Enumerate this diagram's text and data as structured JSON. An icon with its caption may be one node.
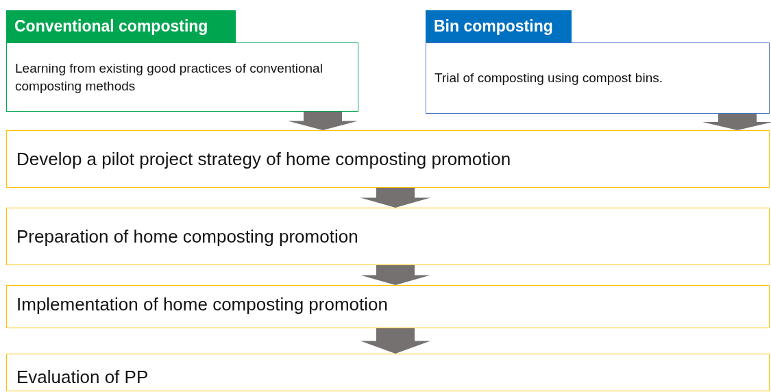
{
  "diagram": {
    "nodes": [
      {
        "text": [
          "Conventional composting",
          "Learning from existing good practices of conventional composting methods"
        ]
      },
      {
        "text": [
          "Bin composting",
          "Trial of composting using compost bins."
        ]
      },
      {
        "text": [
          "Develop a pilot project strategy of home composting promotion"
        ]
      },
      {
        "text": [
          "Preparation of home composting promotion"
        ]
      },
      {
        "text": [
          "Implementation of home composting promotion"
        ]
      },
      {
        "text": [
          "Evaluation of PP"
        ]
      }
    ],
    "edges": [
      {
        "from": 0,
        "to": 2,
        "arrow": "to"
      },
      {
        "from": 1,
        "to": 2,
        "arrow": "to"
      },
      {
        "from": 2,
        "to": 3,
        "arrow": "to"
      },
      {
        "from": 3,
        "to": 4,
        "arrow": "to"
      },
      {
        "from": 4,
        "to": 5,
        "arrow": "to"
      }
    ]
  }
}
